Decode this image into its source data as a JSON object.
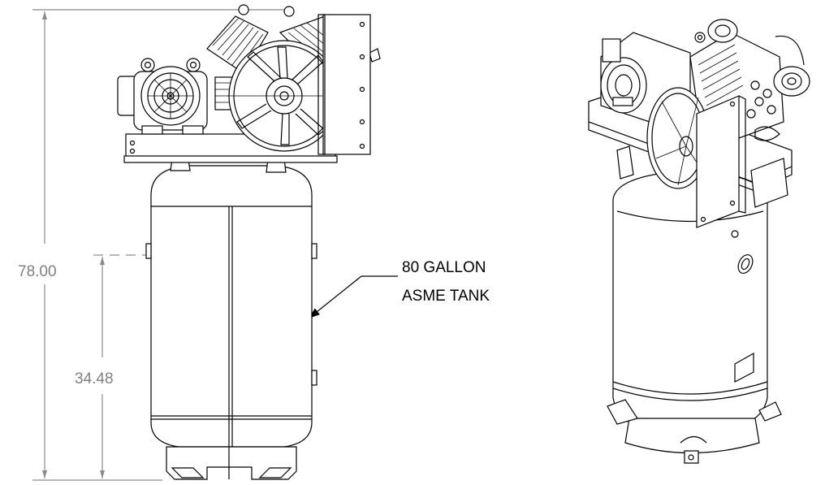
{
  "dimensions": {
    "overall_height": "78.00",
    "inlet_height": "34.48"
  },
  "callout": {
    "line1": "80 GALLON",
    "line2": "ASME TANK"
  },
  "colors": {
    "dimension": "#808080",
    "linework": "#000000",
    "background": "#ffffff"
  }
}
